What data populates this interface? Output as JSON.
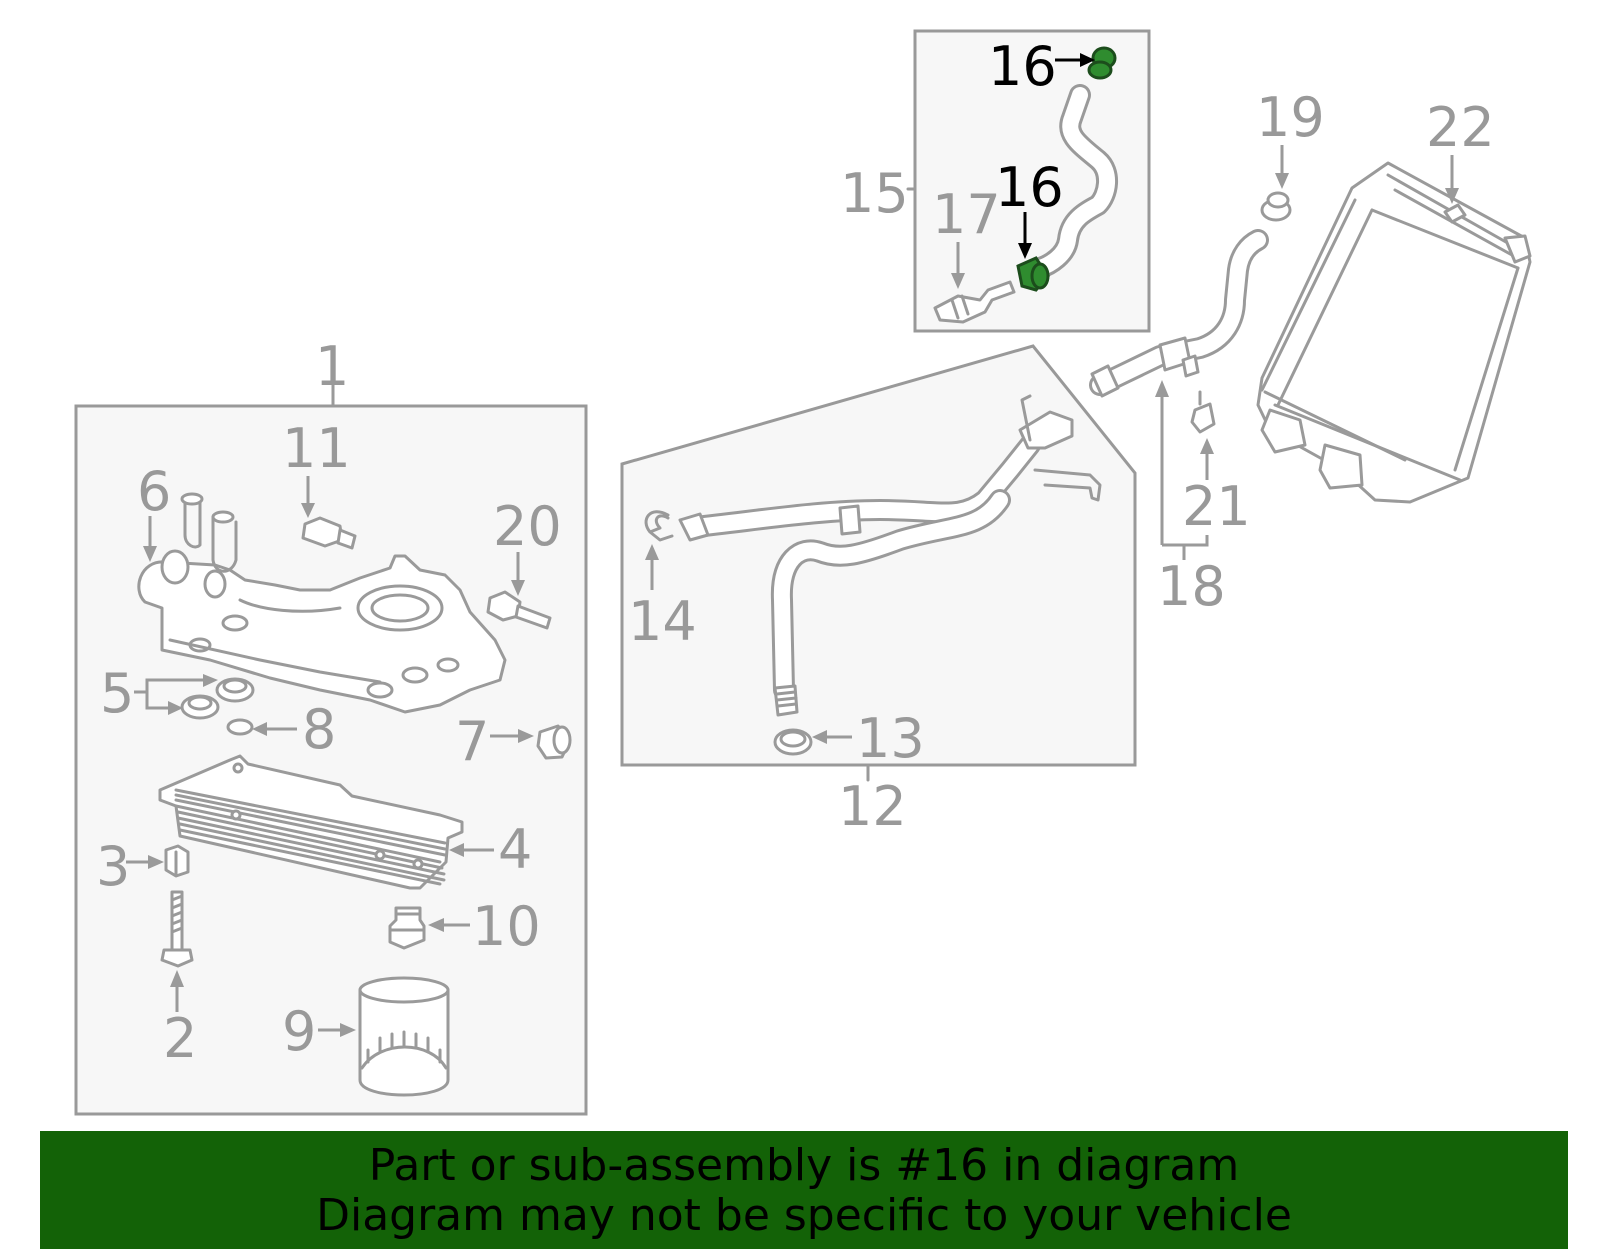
{
  "callouts": {
    "c1": "1",
    "c2": "2",
    "c3": "3",
    "c4": "4",
    "c5": "5",
    "c6": "6",
    "c7": "7",
    "c8": "8",
    "c9": "9",
    "c10": "10",
    "c11": "11",
    "c12": "12",
    "c13": "13",
    "c14": "14",
    "c15": "15",
    "c16a": "16",
    "c16b": "16",
    "c17": "17",
    "c18": "18",
    "c19": "19",
    "c20": "20",
    "c21": "21",
    "c22": "22"
  },
  "highlighted_part": "16",
  "colors": {
    "banner_bg": "#136207",
    "highlight_part": "#2f8c2f",
    "outline": "#9a9a9a",
    "highlight_label": "#000000"
  },
  "banner": {
    "line1": "Part or sub-assembly is #16 in diagram",
    "line2": "Diagram may not be specific to your vehicle"
  }
}
